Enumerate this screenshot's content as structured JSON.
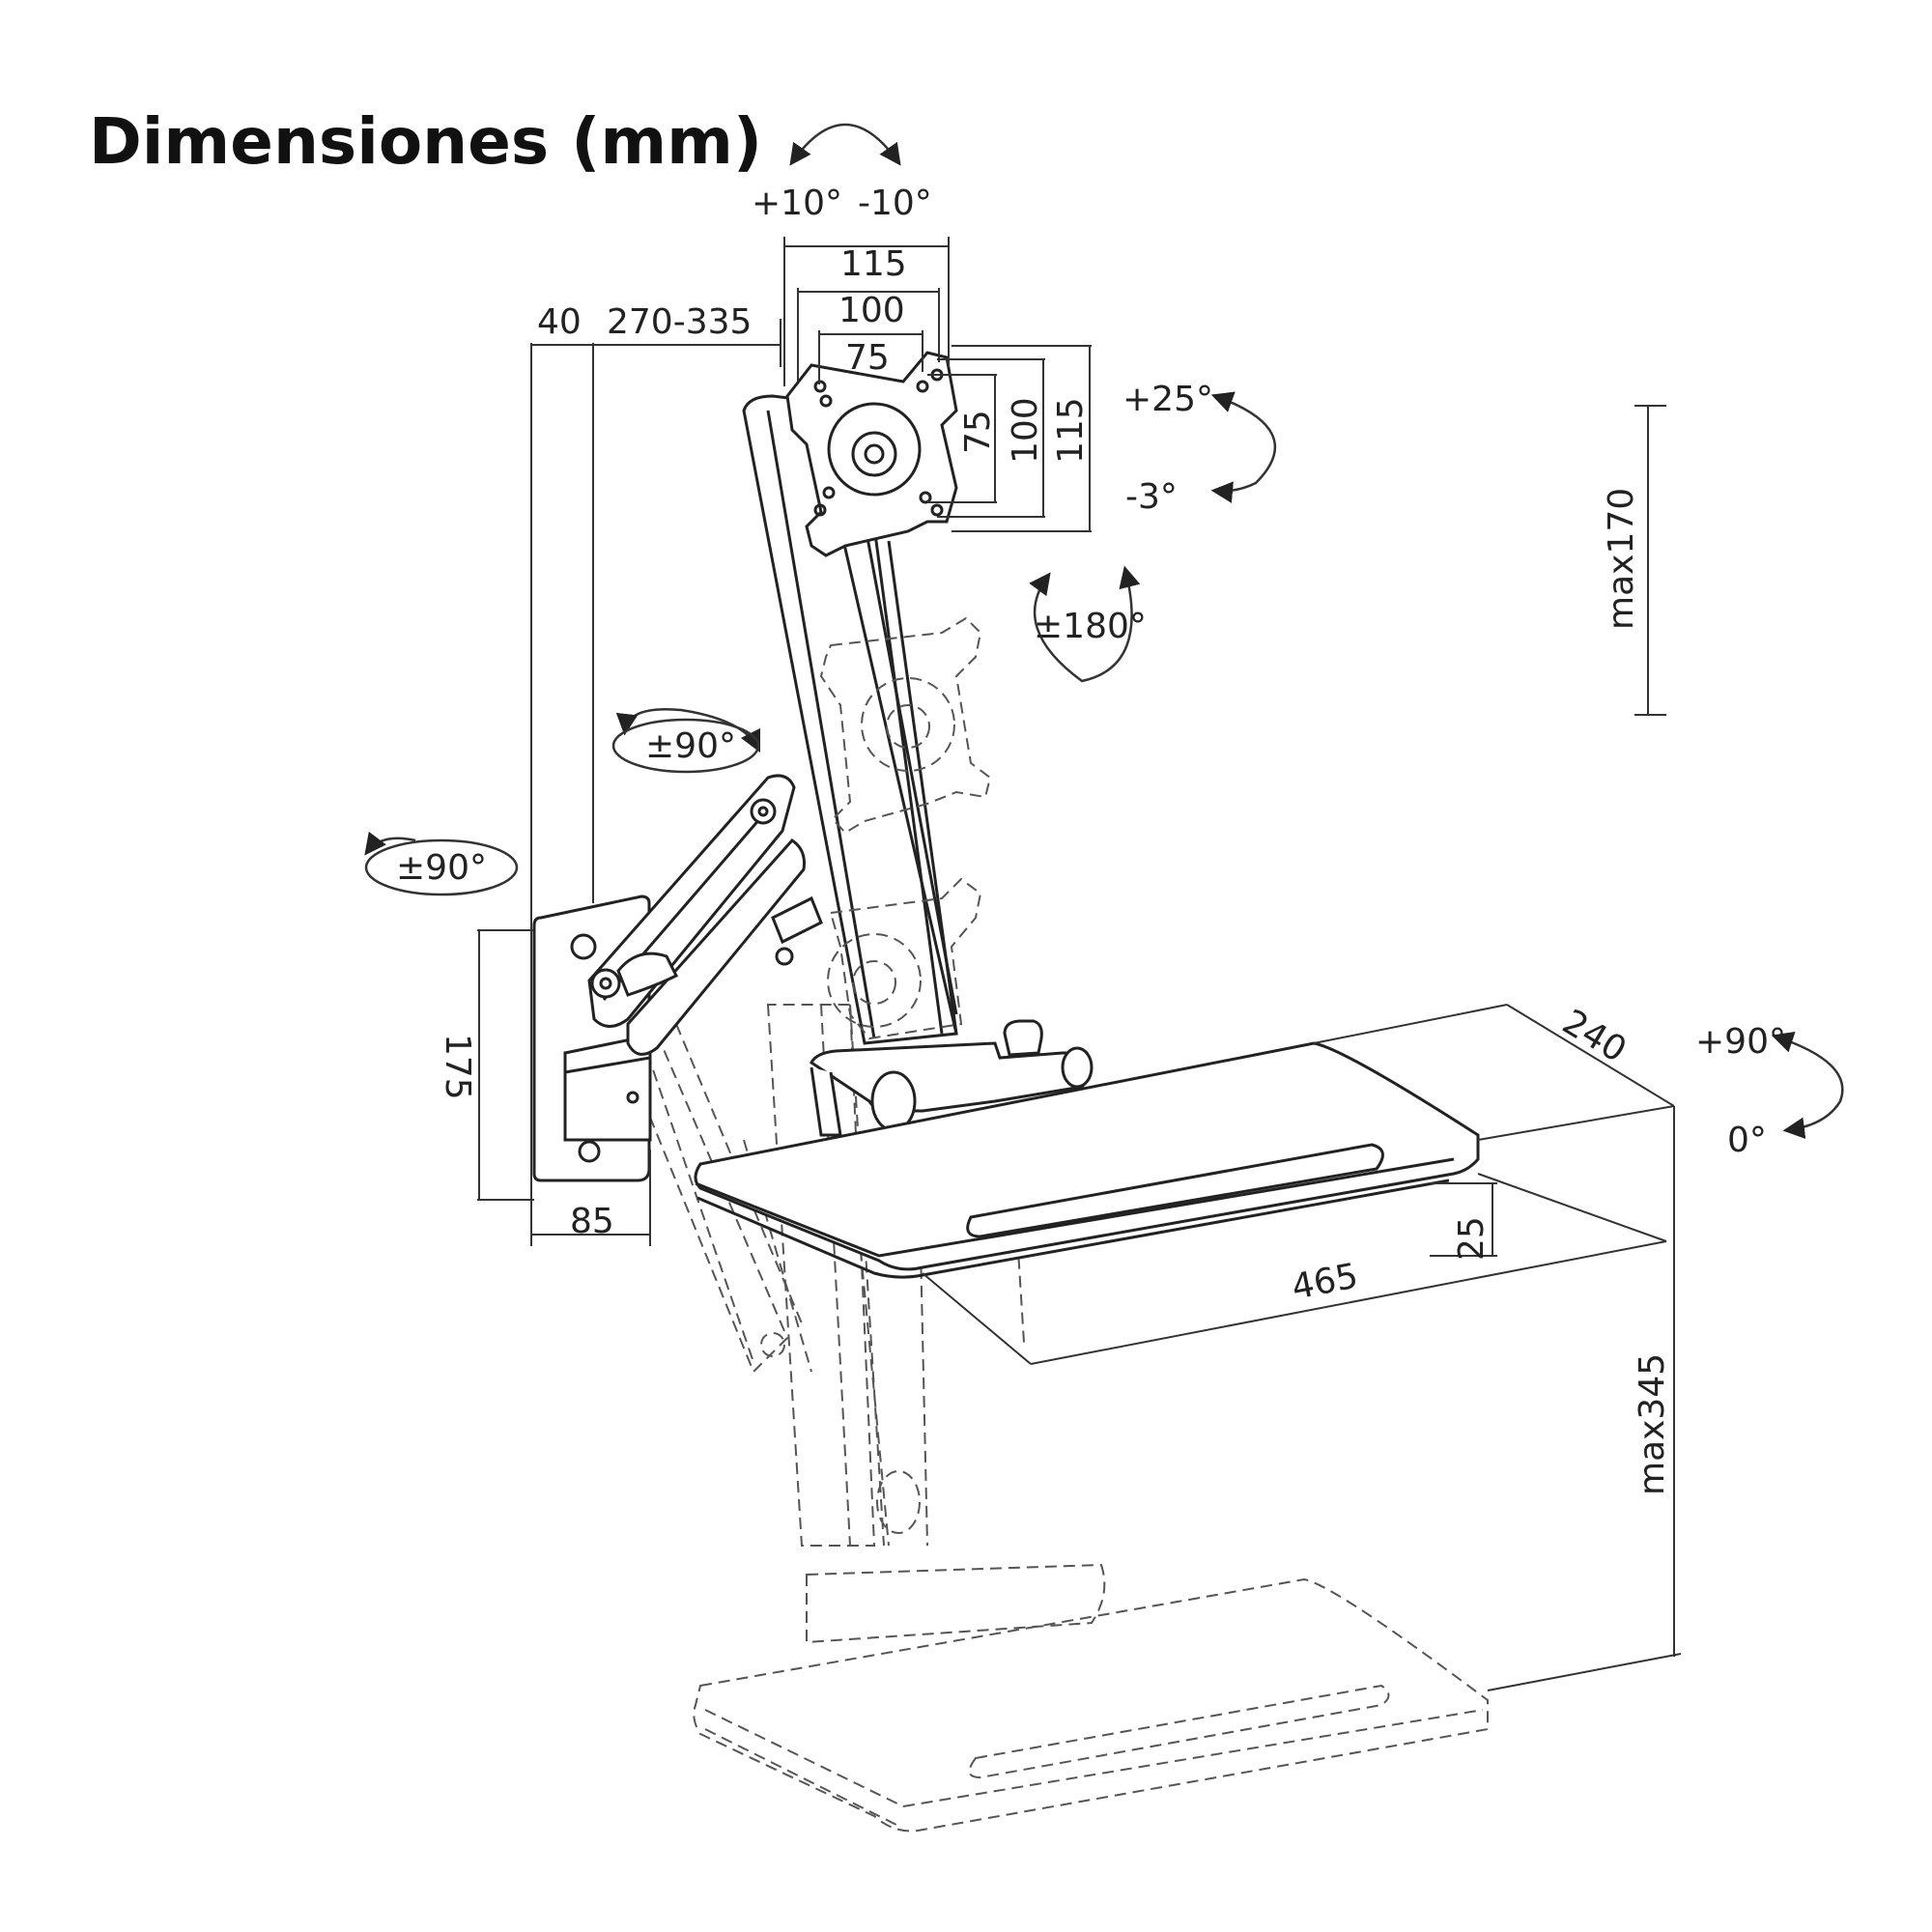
{
  "title": "Dimensiones (mm)",
  "labels": {
    "tilt_pos": "+10°",
    "tilt_neg": "-10°",
    "vesa_h_115": "115",
    "vesa_h_100": "100",
    "vesa_h_75": "75",
    "vesa_v_75": "75",
    "vesa_v_100": "100",
    "vesa_v_115": "115",
    "wall_depth": "40",
    "arm_reach": "270-335",
    "tilt_up": "+25°",
    "tilt_down": "-3°",
    "rotation": "±180°",
    "max_height_monitor": "max170",
    "swivel_arm": "±90°",
    "swivel_wall": "±90°",
    "plate_height": "175",
    "plate_width": "85",
    "tray_depth": "240",
    "tray_tilt_pos": "+90°",
    "tray_tilt_zero": "0°",
    "tray_thickness": "25",
    "tray_width": "465",
    "max_height_tray": "max345"
  }
}
